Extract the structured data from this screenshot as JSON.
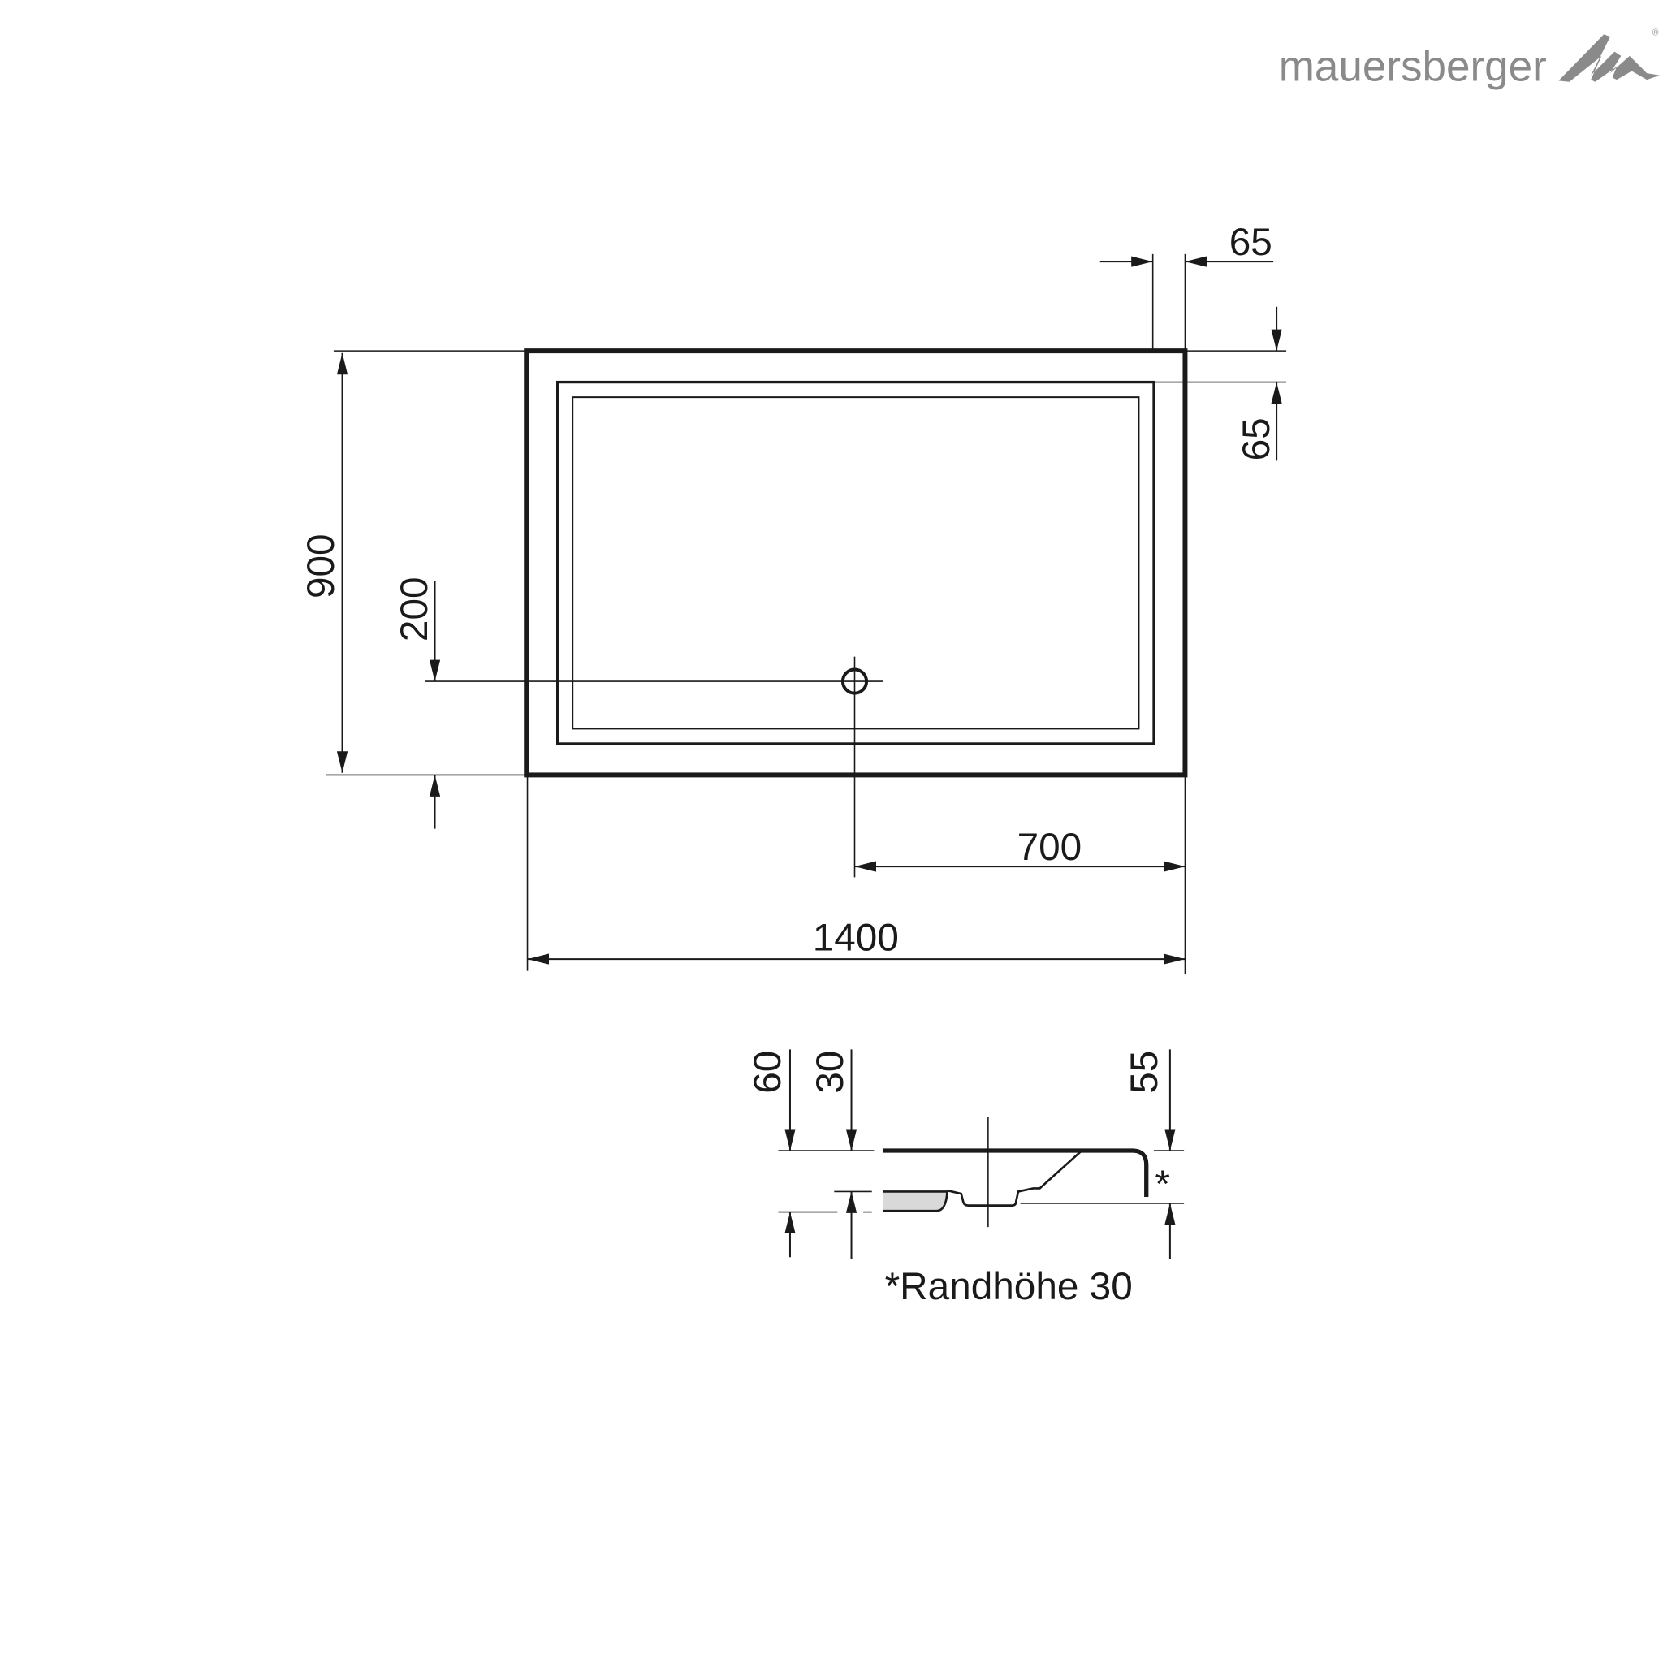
{
  "logo": {
    "text": "mauersberger",
    "registered": "®",
    "color": "#8a8a8a"
  },
  "plan": {
    "width_label": "1400",
    "depth_label": "900",
    "drain_x_label": "700",
    "drain_y_label": "200",
    "rim_top_label": "65",
    "rim_side_label": "65"
  },
  "section": {
    "height_total_label": "60",
    "height_inner_label": "30",
    "height_rim_label": "55",
    "asterisk": "*",
    "note": "*Randhöhe 30"
  },
  "colors": {
    "line": "#1a1a1a",
    "fill": "#d9d9d9"
  }
}
